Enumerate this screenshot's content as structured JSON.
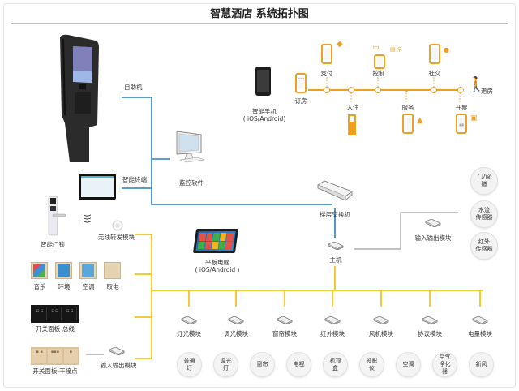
{
  "title": "智慧酒店 系统拓扑图",
  "colors": {
    "blue_line": "#2a7fb8",
    "yellow_line": "#f5c518",
    "orange_accent": "#f0a020",
    "gray_line": "#9e9e9e"
  },
  "top_devices": {
    "kiosk": "自助机",
    "terminal": "智能终端",
    "monitor": "监控软件",
    "door_lock": "智能门锁",
    "wireless_relay": "无线转发模块",
    "tablet": {
      "name": "平板电脑",
      "os": "( iOS/Android )"
    },
    "smartphone": {
      "name": "智能手机",
      "os": "( iOS/Android)"
    },
    "floor_switch": "楼层交换机",
    "host": "主机",
    "io_module_right": "输入输出模块",
    "io_module_left": "输入输出模块"
  },
  "timeline": {
    "stages_top": [
      "支付",
      "控制",
      "社交"
    ],
    "stages_bottom": [
      "入住",
      "服务",
      "开票"
    ],
    "start": "订房",
    "end": "退房",
    "phone_text_start": "Enter",
    "phone_text_invoice": "发票"
  },
  "panels": {
    "items": [
      "音乐",
      "环境",
      "空调",
      "取电"
    ],
    "bus_panel": "开关面板-总线",
    "dry_panel": "开关面板-干接点"
  },
  "sensors": [
    "门/窗磁",
    "水流传感器",
    "红外传感器"
  ],
  "modules": [
    {
      "name": "灯光模块",
      "device": "普通灯"
    },
    {
      "name": "调光模块",
      "device": "调光灯"
    },
    {
      "name": "窗帘模块",
      "device": "窗帘"
    },
    {
      "name": "红外模块",
      "device": "电视"
    },
    {
      "name": "风机模块",
      "device": "机顶盒"
    },
    {
      "name": "协议模块",
      "device": "投影仪"
    },
    {
      "name": "电量模块",
      "device": "空调"
    }
  ],
  "devices": [
    "普通灯",
    "调光灯",
    "窗帘",
    "电视",
    "机顶盒",
    "投影仪",
    "空调",
    "空气净化器",
    "新风"
  ],
  "sensor_lines": {
    "s0": [
      "门/窗",
      "磁"
    ],
    "s1": [
      "水流",
      "传感器"
    ],
    "s2": [
      "红外",
      "传感器"
    ]
  },
  "device_lines": {
    "d0": [
      "普通",
      "灯"
    ],
    "d1": [
      "调光",
      "灯"
    ],
    "d2": [
      "窗帘"
    ],
    "d3": [
      "电视"
    ],
    "d4": [
      "机顶",
      "盒"
    ],
    "d5": [
      "投影",
      "仪"
    ],
    "d6": [
      "空调"
    ],
    "d7": [
      "空气",
      "净化",
      "器"
    ],
    "d8": [
      "新风"
    ]
  }
}
